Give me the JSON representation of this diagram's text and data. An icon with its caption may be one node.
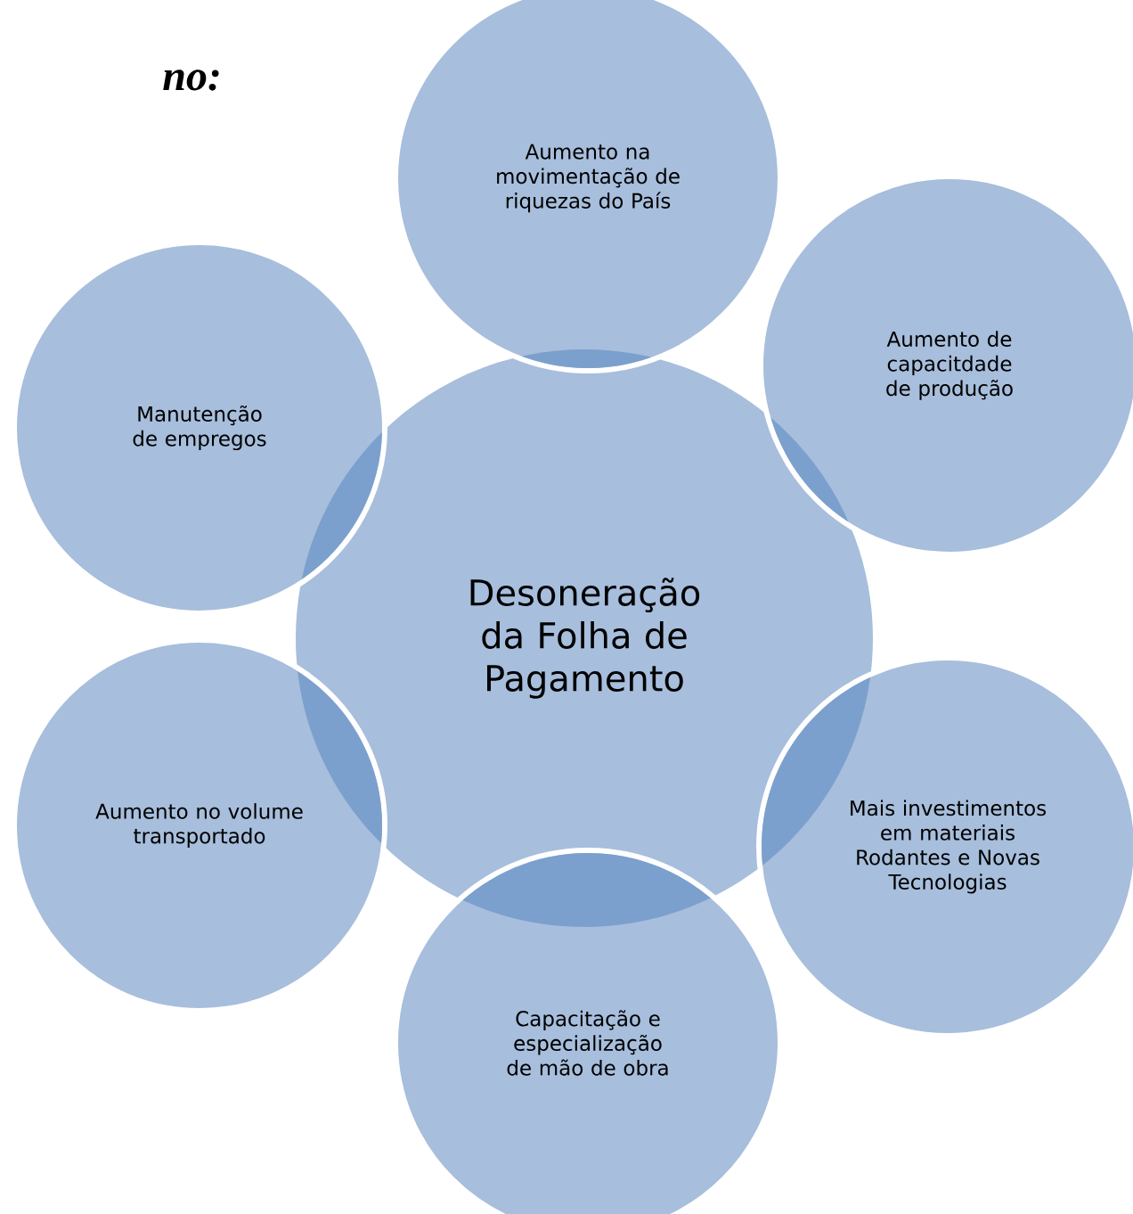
{
  "diagram": {
    "nodes": [
      {
        "text": [
          "Desoneração da Folha de Pagamento"
        ]
      },
      {
        "text": [
          "Aumento na movimentação de riquezas do País"
        ]
      },
      {
        "text": [
          "Aumento de capacitdade de produção"
        ]
      },
      {
        "text": [
          "Mais investimentos em materiais Rodantes e Novas Tecnologias"
        ]
      },
      {
        "text": [
          "Capacitação e especialização de mão de obra"
        ]
      },
      {
        "text": [
          "Aumento no volume transportado"
        ]
      },
      {
        "text": [
          "Manutenção de empregos"
        ]
      }
    ],
    "labels": [
      "no:"
    ]
  }
}
